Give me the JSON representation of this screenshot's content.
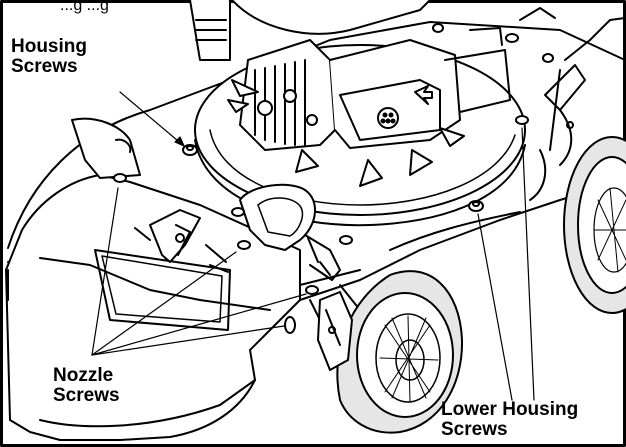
{
  "figure": {
    "top_caption_fragment": "...g ...g",
    "callouts": {
      "housing_screws": {
        "line1": "Housing",
        "line2": "Screws"
      },
      "nozzle_screws": {
        "line1": "Nozzle",
        "line2": "Screws"
      },
      "lower_housing_screws": {
        "line1": "Lower Housing",
        "line2": "Screws"
      }
    },
    "colors": {
      "ink": "#000000",
      "paper": "#ffffff",
      "tire_fill": "#e6e6e6"
    },
    "icons": [
      "screw-icon",
      "wheel-icon",
      "engine-icon",
      "arrow-icon"
    ]
  }
}
